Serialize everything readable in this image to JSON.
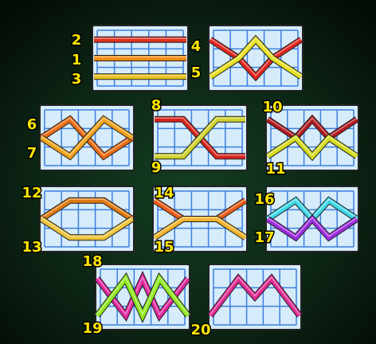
{
  "colors": {
    "background": "#0c2414",
    "panel_bg": "#d6ecfa",
    "grid_line": "#3d7fe0",
    "panel_border": "#222222",
    "number_text": "#ffe600",
    "number_outline": "#000000"
  },
  "panels": [
    {
      "id": "p1",
      "lines": [
        {
          "number": "2",
          "color": "#e0301e",
          "row_path": [
            0,
            0,
            0,
            0,
            0
          ]
        },
        {
          "number": "1",
          "color": "#f08a14",
          "row_path": [
            1,
            1,
            1,
            1,
            1
          ]
        },
        {
          "number": "3",
          "color": "#e8c018",
          "row_path": [
            2,
            2,
            2,
            2,
            2
          ]
        }
      ]
    },
    {
      "id": "p2",
      "lines": [
        {
          "number": "4",
          "color": "#e0241c",
          "row_path": [
            0,
            1,
            2,
            1,
            0
          ]
        },
        {
          "number": "5",
          "color": "#e8e020",
          "row_path": [
            2,
            1,
            0,
            1,
            2
          ]
        }
      ]
    },
    {
      "id": "p3",
      "lines": [
        {
          "number": "6",
          "color": "#ea6a12",
          "row_path": [
            1,
            0,
            1,
            2,
            1
          ]
        },
        {
          "number": "7",
          "color": "#f0a018",
          "row_path": [
            1,
            2,
            1,
            0,
            1
          ]
        }
      ]
    },
    {
      "id": "p4",
      "lines": [
        {
          "number": "8",
          "color": "#d8221c",
          "row_path": [
            0,
            0,
            1,
            2,
            2
          ]
        },
        {
          "number": "9",
          "color": "#cfd22a",
          "row_path": [
            2,
            2,
            1,
            0,
            0
          ]
        }
      ]
    },
    {
      "id": "p5",
      "lines": [
        {
          "number": "10",
          "color": "#b01820",
          "row_path": [
            0,
            1,
            0,
            1,
            0
          ]
        },
        {
          "number": "11",
          "color": "#d4dc1e",
          "row_path": [
            2,
            1,
            2,
            1,
            2
          ]
        }
      ]
    },
    {
      "id": "p6",
      "lines": [
        {
          "number": "12",
          "color": "#e0780e",
          "row_path": [
            1,
            0,
            0,
            0,
            1
          ]
        },
        {
          "number": "13",
          "color": "#eec43a",
          "row_path": [
            1,
            2,
            2,
            2,
            1
          ]
        }
      ]
    },
    {
      "id": "p7",
      "lines": [
        {
          "number": "14",
          "color": "#ec5a14",
          "row_path": [
            0,
            1,
            1,
            1,
            0
          ]
        },
        {
          "number": "15",
          "color": "#f0b22a",
          "row_path": [
            2,
            1,
            1,
            1,
            2
          ]
        }
      ]
    },
    {
      "id": "p8",
      "lines": [
        {
          "number": "16",
          "color": "#3cd8e8",
          "row_path": [
            1,
            0,
            1,
            0,
            1
          ]
        },
        {
          "number": "17",
          "color": "#9a2cdc",
          "row_path": [
            1,
            2,
            1,
            2,
            1
          ]
        }
      ]
    },
    {
      "id": "p9",
      "lines": [
        {
          "number": "18",
          "color": "#e0249c",
          "row_path": [
            0,
            2,
            0,
            2,
            0
          ]
        },
        {
          "number": "19",
          "color": "#8ee81e",
          "row_path": [
            2,
            0,
            2,
            0,
            2
          ]
        }
      ]
    },
    {
      "id": "p10",
      "lines": [
        {
          "number": "20",
          "color": "#e02890",
          "row_path": [
            2,
            0,
            1,
            0,
            2
          ]
        }
      ]
    }
  ]
}
